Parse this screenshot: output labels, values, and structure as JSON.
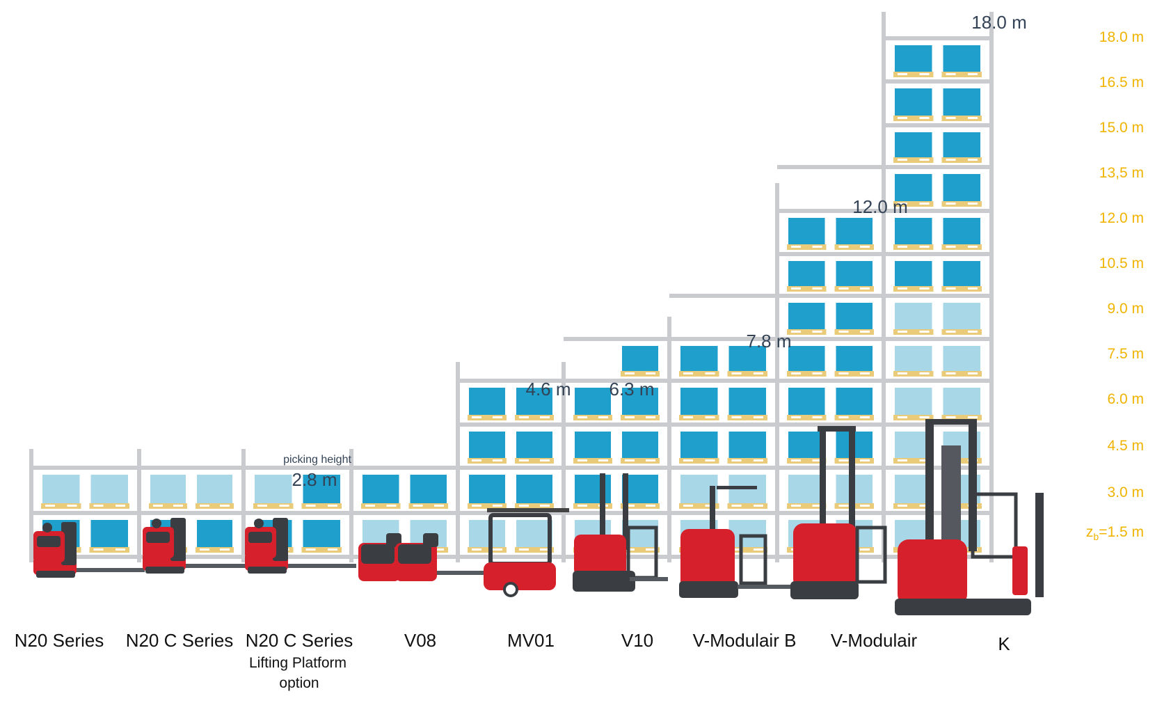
{
  "colors": {
    "rack": "#c9cbcf",
    "box_dark": "#1e9fcc",
    "box_light": "#a8d7e8",
    "pallet": "#eacb7a",
    "truck_red": "#d6202b",
    "truck_dark": "#3a3d42",
    "height_label": "#334355",
    "scale_label": "#f0b400"
  },
  "height_scale": [
    "18.0 m",
    "16.5 m",
    "15.0 m",
    "13,5 m",
    "12.0 m",
    "10.5 m",
    "9.0 m",
    "7.5 m",
    "6.0 m",
    "4.5 m",
    "3.0 m"
  ],
  "height_scale_base": {
    "text": "z",
    "sub": "b",
    "suffix": "=1.5 m"
  },
  "picking_height_label": "picking height",
  "trucks": [
    {
      "name": "N20 Series",
      "sub": [],
      "max_height": ""
    },
    {
      "name": "N20 C Series",
      "sub": [],
      "max_height": ""
    },
    {
      "name": "N20 C Series",
      "sub": [
        "Lifting Platform",
        "option"
      ],
      "max_height": "2.8 m"
    },
    {
      "name": "V08",
      "sub": [],
      "max_height": ""
    },
    {
      "name": "MV01",
      "sub": [],
      "max_height": "4.6 m"
    },
    {
      "name": "V10",
      "sub": [],
      "max_height": "6.3 m"
    },
    {
      "name": "V-Modulair B",
      "sub": [],
      "max_height": "7.8 m"
    },
    {
      "name": "V-Modulair",
      "sub": [],
      "max_height": "12.0 m"
    },
    {
      "name": "K",
      "sub": [],
      "max_height": "18.0 m"
    }
  ]
}
